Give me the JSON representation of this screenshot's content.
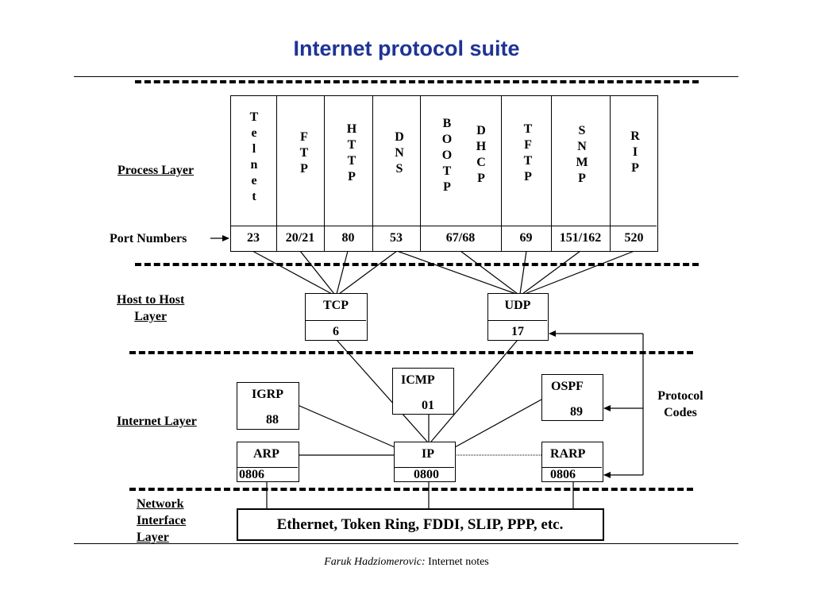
{
  "title": "Internet protocol suite",
  "layers": {
    "process": "Process Layer",
    "ports": "Port Numbers",
    "host_line1": "Host to Host",
    "host_line2": "Layer",
    "internet": "Internet Layer",
    "netif_line1": "Network",
    "netif_line2": "Interface",
    "netif_line3": "Layer"
  },
  "applications": [
    {
      "name": "Telnet",
      "port": "23"
    },
    {
      "name": "FTP",
      "port": "20/21"
    },
    {
      "name": "HTTP",
      "port": "80"
    },
    {
      "name": "DNS",
      "port": "53"
    },
    {
      "name": "BOOTP",
      "name2": "DHCP",
      "port": "67/68"
    },
    {
      "name": "TFTP",
      "port": "69"
    },
    {
      "name": "SNMP",
      "port": "151/162"
    },
    {
      "name": "RIP",
      "port": "520"
    }
  ],
  "transport": {
    "tcp": {
      "name": "TCP",
      "code": "6"
    },
    "udp": {
      "name": "UDP",
      "code": "17"
    }
  },
  "internet": {
    "igrp": {
      "name": "IGRP",
      "code": "88"
    },
    "icmp": {
      "name": "ICMP",
      "code": "01"
    },
    "ospf": {
      "name": "OSPF",
      "code": "89"
    },
    "arp": {
      "name": "ARP",
      "code": "0806"
    },
    "ip": {
      "name": "IP",
      "code": "0800"
    },
    "rarp": {
      "name": "RARP",
      "code": "0806"
    }
  },
  "protocol_codes_line1": "Protocol",
  "protocol_codes_line2": "Codes",
  "network_interface": "Ethernet, Token Ring, FDDI, SLIP, PPP, etc.",
  "footer": {
    "author": "Faruk Hadziomerovic:",
    "text": "Internet notes"
  }
}
